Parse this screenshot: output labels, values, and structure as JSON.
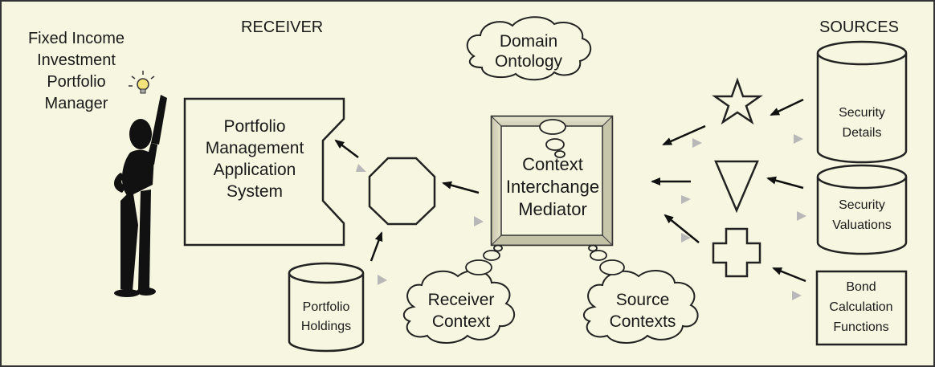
{
  "header": {
    "receiver_label": "RECEIVER",
    "sources_label": "SOURCES"
  },
  "manager": {
    "lines": [
      "Fixed Income",
      "Investment",
      "Portfolio",
      "Manager"
    ]
  },
  "application": {
    "lines": [
      "Portfolio",
      "Management",
      "Application",
      "System"
    ]
  },
  "mediator": {
    "lines": [
      "Context",
      "Interchange",
      "Mediator"
    ]
  },
  "ontology": {
    "lines": [
      "Domain",
      "Ontology"
    ]
  },
  "receiver_context": {
    "lines": [
      "Receiver",
      "Context"
    ]
  },
  "source_contexts": {
    "lines": [
      "Source",
      "Contexts"
    ]
  },
  "portfolio_holdings": {
    "lines": [
      "Portfolio",
      "Holdings"
    ]
  },
  "sources": {
    "security_details": [
      "Security",
      "Details"
    ],
    "security_valuations": [
      "Security",
      "Valuations"
    ],
    "bond_functions": [
      "Bond",
      "Calculation",
      "Functions"
    ]
  },
  "colors": {
    "background": "#f7f6e0",
    "border": "#333333",
    "arrow_dark": "#111111",
    "arrow_light": "#b8b8b8",
    "figure": "#111111",
    "bulb": "#f2e27a"
  }
}
